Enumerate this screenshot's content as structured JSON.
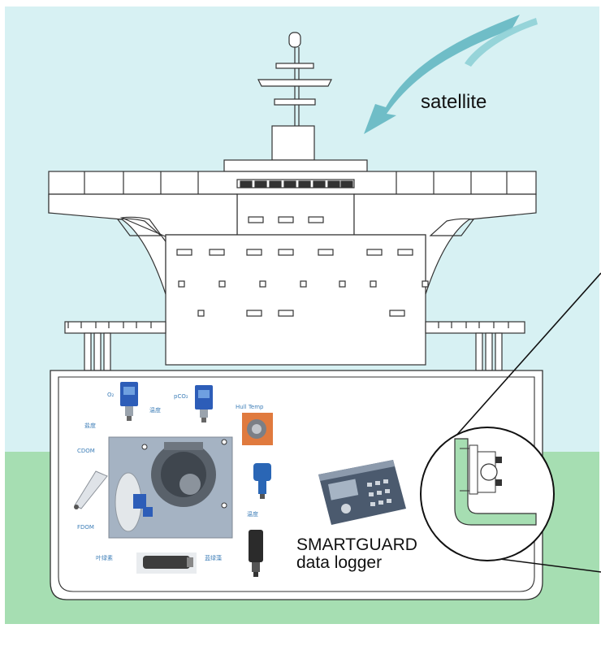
{
  "labels": {
    "satellite": "satellite",
    "logger_line1": "SMARTGUARD",
    "logger_line2": "data logger",
    "o2": "O₂",
    "pco2": "pCO₂",
    "temp_top": "温度",
    "salinity": "盐度",
    "hull_temp": "Hull Temp",
    "cdom": "CDOM",
    "fdom": "FDOM",
    "temp_mid": "温度",
    "chlorophyll": "叶绿素",
    "turbidity": "蓝绿藻"
  },
  "colors": {
    "sky": "#d7f1f3",
    "sea": "#a6deb2",
    "ship_line": "#333333",
    "satellite_arrow": "#5db4be",
    "sensor_blue": "#2d5db8",
    "label_blue": "#3f7fb8"
  },
  "icons": [
    "satellite-arrow-icon",
    "radar-mast-icon",
    "magnifier-circle-icon"
  ]
}
